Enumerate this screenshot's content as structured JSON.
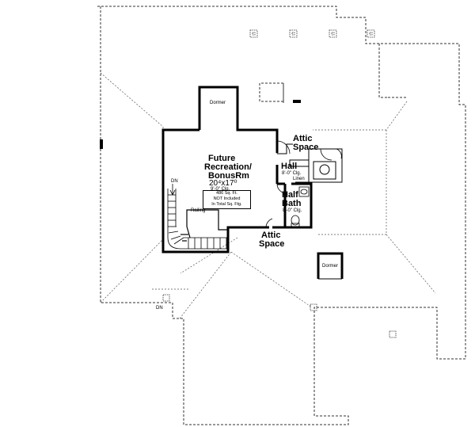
{
  "labels": {
    "dormer_top": "Dormer",
    "dormer_bottom": "Dormer",
    "future_rec_line1": "Future",
    "future_rec_line2": "Recreation/",
    "future_rec_line3": "BonusRm",
    "future_rec_dims": "20⁴x17⁰",
    "future_rec_clg": "9'-0\" Clg.",
    "note_line1": "486 Sq. Ft.",
    "note_line2": "NOT Included",
    "note_line3": "In Total Sq. Ftg.",
    "dn": "DN",
    "dn_lower": "DN",
    "railing": "Railing",
    "attic_space_1_line1": "Attic",
    "attic_space_1_line2": "Space",
    "attic_space_2_line1": "Attic",
    "attic_space_2_line2": "Space",
    "hall": "Hall",
    "hall_clg": "8'-0\" Clg.",
    "linen": "Linen",
    "half_bath_line1": "Half",
    "half_bath_line2": "Bath",
    "half_bath_clg": "8'-0\" Clg."
  }
}
